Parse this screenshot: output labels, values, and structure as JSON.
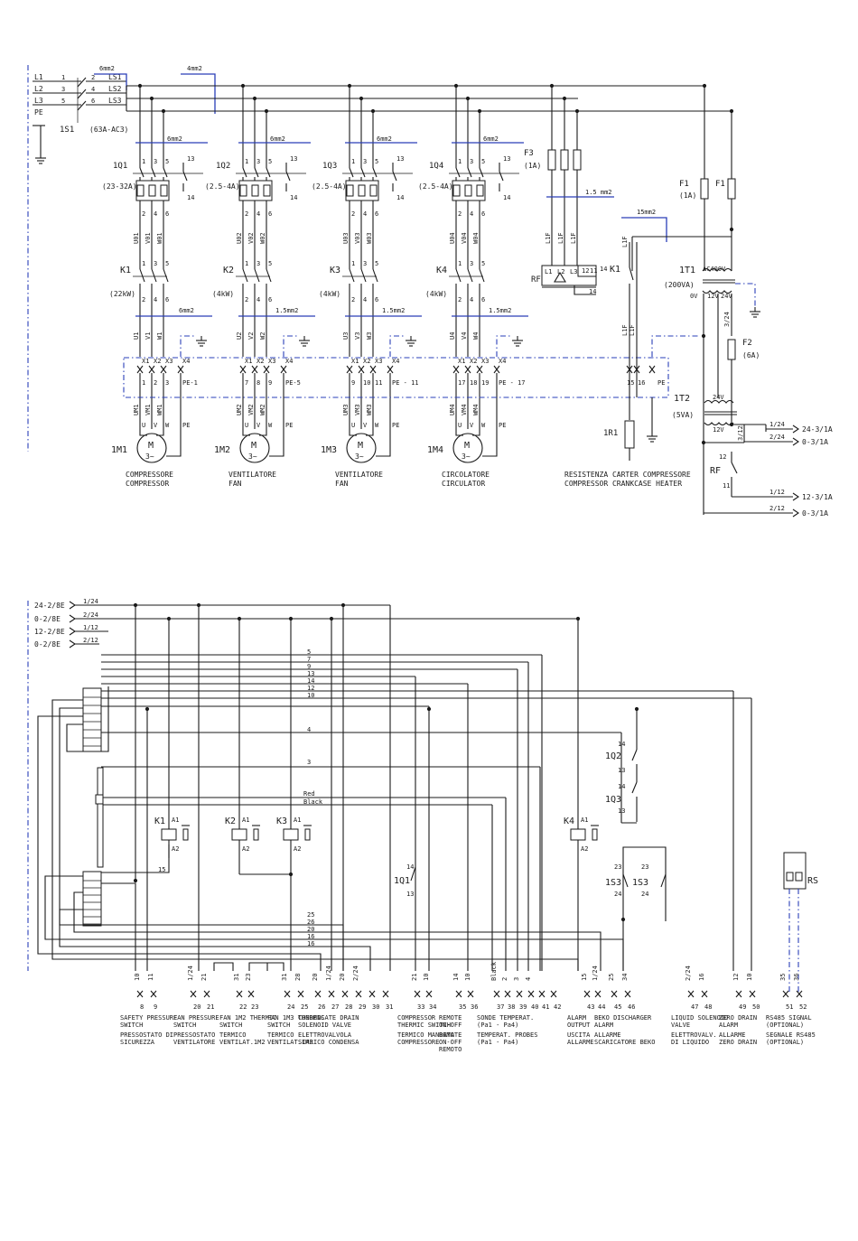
{
  "power": {
    "lines": [
      {
        "l": "L1",
        "n": "1",
        "o": "LS1",
        "i": "2"
      },
      {
        "l": "L2",
        "n": "3",
        "o": "LS2",
        "i": "4"
      },
      {
        "l": "L3",
        "n": "5",
        "o": "LS3",
        "i": "6"
      },
      {
        "l": "PE",
        "n": "",
        "o": "",
        "i": ""
      }
    ],
    "main_switch": "1S1",
    "main_switch_rating": "(63A-AC3)",
    "size_6": "6mm2",
    "size_4": "4mm2",
    "size_15": "1.5mm2",
    "size_15b": "15mm2",
    "size_15c": "1.5 mm2",
    "motors": [
      {
        "breaker": "1Q1",
        "range": "(23-32A)",
        "contactor": "K1",
        "kw": "(22kW)",
        "ph": [
          "U1",
          "V1",
          "W1"
        ],
        "mph": [
          "UM1",
          "VM1",
          "WM1"
        ],
        "dph": [
          "U01",
          "V01",
          "W01"
        ],
        "term": [
          "1",
          "2",
          "3"
        ],
        "pe": "PE-1",
        "motor": "1M1",
        "l1": "COMPRESSORE",
        "l2": "COMPRESSOR"
      },
      {
        "breaker": "1Q2",
        "range": "(2.5-4A)",
        "contactor": "K2",
        "kw": "(4kW)",
        "ph": [
          "U2",
          "V2",
          "W2"
        ],
        "mph": [
          "UM2",
          "VM2",
          "WM2"
        ],
        "dph": [
          "U02",
          "V02",
          "W02"
        ],
        "term": [
          "7",
          "8",
          "9"
        ],
        "pe": "PE-5",
        "motor": "1M2",
        "l1": "VENTILATORE",
        "l2": "FAN"
      },
      {
        "breaker": "1Q3",
        "range": "(2.5-4A)",
        "contactor": "K3",
        "kw": "(4kW)",
        "ph": [
          "U3",
          "V3",
          "W3"
        ],
        "mph": [
          "UM3",
          "VM3",
          "WM3"
        ],
        "dph": [
          "U03",
          "V03",
          "W03"
        ],
        "term": [
          "9",
          "10",
          "11"
        ],
        "pe": "PE - 11",
        "motor": "1M3",
        "l1": "VENTILATORE",
        "l2": "FAN"
      },
      {
        "breaker": "1Q4",
        "range": "(2.5-4A)",
        "contactor": "K4",
        "kw": "(4kW)",
        "ph": [
          "U4",
          "V4",
          "W4"
        ],
        "mph": [
          "UM4",
          "VM4",
          "WM4"
        ],
        "dph": [
          "U04",
          "V04",
          "W04"
        ],
        "term": [
          "17",
          "18",
          "19"
        ],
        "pe": "PE - 17",
        "motor": "1M4",
        "l1": "CIRCOLATORE",
        "l2": "CIRCULATOR"
      }
    ],
    "aux_contact": [
      "13",
      "14"
    ],
    "fuse_f3": "F3",
    "fuse_f3_val": "(1A)",
    "fuse_f1": "F1",
    "fuse_f1_val": "(1A)",
    "fuse_f1b": "F1",
    "rf": "RF",
    "rf_terms": [
      "L1",
      "L2",
      "L3",
      "12",
      "11",
      "14"
    ],
    "lf": "L1F",
    "t1": "1T1",
    "t1_va": "(200VA)",
    "t1_400": "AC400V",
    "t1_0": "0V",
    "t1_12": "12V",
    "t1_24": "24V",
    "f2": "F2",
    "f2_val": "(6A)",
    "t2": "1T2",
    "t2_va": "(5VA)",
    "t2_24": "24V",
    "t2_12": "12V",
    "r1": "1R1",
    "k1": "K1",
    "pe_terms": [
      "15",
      "16",
      "PE"
    ],
    "heater_l1": "RESISTENZA CARTER COMPRESSORE",
    "heater_l2": "COMPRESSOR CRANKCASE HEATER",
    "outs": [
      {
        "w": "1/24",
        "t": "24-3/1A"
      },
      {
        "w": "2/24",
        "t": "0-3/1A"
      },
      {
        "w": "1/12",
        "t": "12-3/1A"
      },
      {
        "w": "2/12",
        "t": "0-3/1A"
      }
    ],
    "rf_b": "RF",
    "rf_b_terms": [
      "12",
      "11"
    ],
    "w3_12": "3/12",
    "w3_24": "3/24",
    "pe_mark": "PE"
  },
  "control": {
    "inputs": [
      {
        "t": "24-2/8E",
        "w": "1/24"
      },
      {
        "t": "0-2/8E",
        "w": "2/24"
      },
      {
        "t": "12-2/8E",
        "w": "1/12"
      },
      {
        "t": "0-2/8E",
        "w": "2/12"
      }
    ],
    "bus_nums": [
      "5",
      "7",
      "9",
      "13",
      "14",
      "12",
      "10"
    ],
    "bus_mid": [
      "4",
      "3"
    ],
    "red": "Red",
    "black": "Black",
    "coils": [
      {
        "k": "K1",
        "a1": "A1",
        "a2": "A2"
      },
      {
        "k": "K2",
        "a1": "A1",
        "a2": "A2"
      },
      {
        "k": "K3",
        "a1": "A1",
        "a2": "A2"
      },
      {
        "k": "K4",
        "a1": "A1",
        "a2": "A2"
      }
    ],
    "q1": "1Q1",
    "q2": "1Q2",
    "q3": "1Q3",
    "q_terms": [
      "14",
      "13"
    ],
    "s3": "1S3",
    "s3b": "1S3",
    "s3_terms": [
      "23",
      "24"
    ],
    "rs": "RS",
    "low_bus": [
      "25",
      "26",
      "20",
      "16",
      "16"
    ],
    "w15": "15",
    "drops": [
      "1/24",
      "10",
      "2/24",
      "1/24",
      "2/24",
      "2/24",
      "1/24",
      "2/24",
      "1/24",
      "2/24",
      "10",
      "1/24"
    ],
    "groups": [
      {
        "en": "SAFETY PRESSURE\nSWITCH",
        "it": "PRESSOSTATO DI\nSICUREZZA",
        "w": [
          "10",
          "11"
        ],
        "t": [
          "8",
          "9"
        ]
      },
      {
        "en": "FAN PRESSURE\nSWITCH",
        "it": "PRESSOSTATO\nVENTILATORE",
        "w": [
          "1/24",
          "21"
        ],
        "t": [
          "20",
          "21"
        ]
      },
      {
        "en": "FAN 1M2 THERMIC\nSWITCH",
        "it": "TERMICO\nVENTILAT.1M2",
        "w": [
          "31",
          "23"
        ],
        "t": [
          "22",
          "23"
        ]
      },
      {
        "en": "FAN 1M3 THERMIC\nSWITCH",
        "it": "TERMICO\nVENTILAT.1M3",
        "w": [
          "31",
          "28"
        ],
        "t": [
          "24",
          "25"
        ]
      },
      {
        "en": "CONDENSATE DRAIN\nSOLENOID VALVE",
        "it": "ELETTROVALVOLA\nSCARICO CONDENSA",
        "w": [
          "20",
          "1/24",
          "20",
          "2/24"
        ],
        "t": [
          "26",
          "27",
          "28",
          "29",
          "30",
          "31"
        ]
      },
      {
        "en": "COMPRESSOR\nTHERMIC SWITCH",
        "it": "TERMICO MANDATA\nCOMPRESSORE",
        "w": [
          "21",
          "10"
        ],
        "t": [
          "33",
          "34"
        ]
      },
      {
        "en": "REMOTE\nON-OFF",
        "it": "REMOTE\nON-OFF\nREMOTO",
        "w": [
          "14",
          "10"
        ],
        "t": [
          "35",
          "36"
        ]
      },
      {
        "en": "SONDE TEMPERAT.\n(Pa1 - Pa4)",
        "it": "TEMPERAT. PROBES\n(Pa1 - Pa4)",
        "w": [
          "Black",
          "2",
          "3",
          "4"
        ],
        "t": [
          "37",
          "38",
          "39",
          "40",
          "41",
          "42"
        ]
      },
      {
        "en": "ALARM\nOUTPUT",
        "it": "USCITA\nALLARME",
        "w": [
          "15",
          "1/24"
        ],
        "t": [
          "43",
          "44"
        ]
      },
      {
        "en": "BEKO DISCHARGER\nALARM",
        "it": "ALLARME\nSCARICATORE BEKO",
        "w": [
          "25",
          "34"
        ],
        "t": [
          "45",
          "46"
        ]
      },
      {
        "en": "LIQUID SOLENOID\nVALVE",
        "it": "ELETTROVALV.\nDI LIQUIDO",
        "w": [
          "2/24",
          "16"
        ],
        "t": [
          "47",
          "48"
        ]
      },
      {
        "en": "ZERO DRAIN\nALARM",
        "it": "ALLARME\nZERO DRAIN",
        "w": [
          "12",
          "10"
        ],
        "t": [
          "49",
          "50"
        ]
      },
      {
        "en": "RS485 SIGNAL\n(OPTIONAL)",
        "it": "SEGNALE RS485\n(OPTIONAL)",
        "w": [
          "35",
          "36"
        ],
        "t": [
          "51",
          "52"
        ]
      }
    ]
  }
}
